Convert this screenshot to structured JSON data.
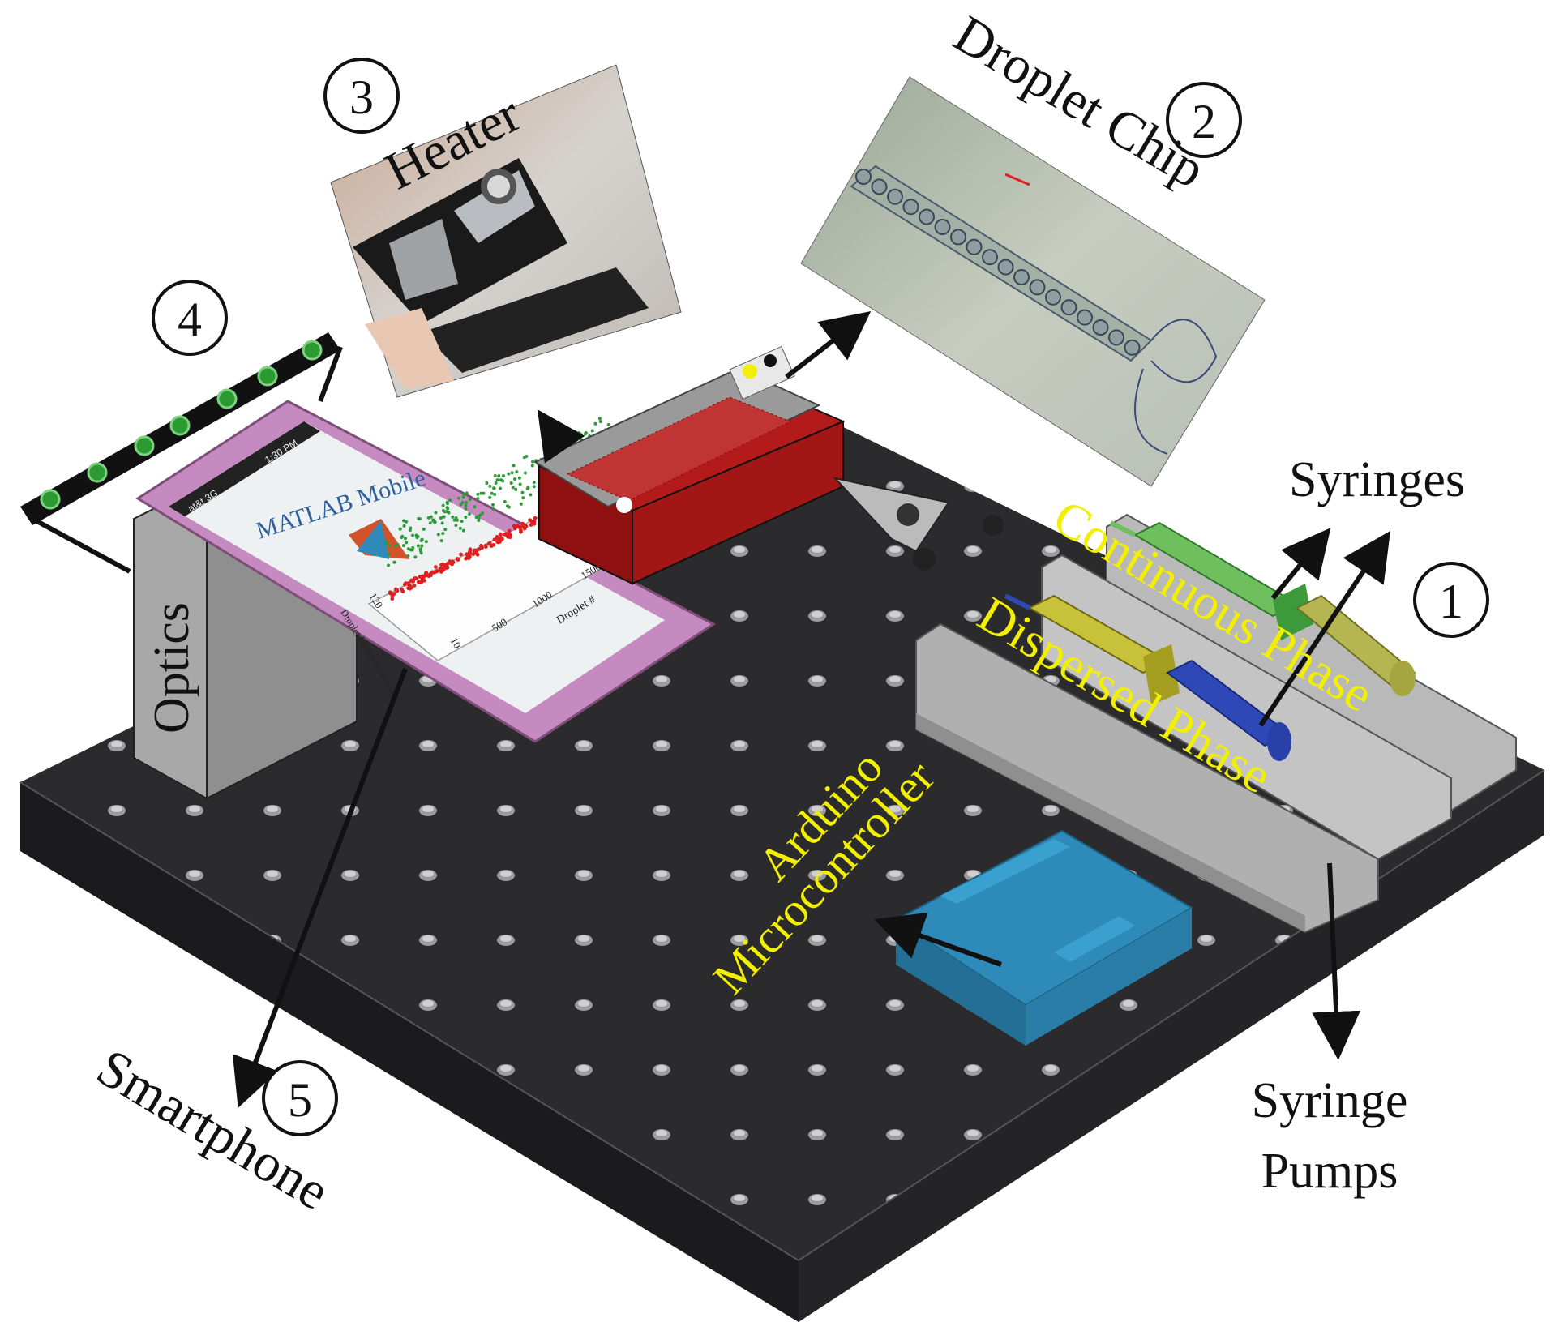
{
  "labels": {
    "heater": "Heater",
    "droplet_chip": "Droplet Chip",
    "syringes": "Syringes",
    "continuous_phase": "Continuous Phase",
    "dispersed_phase": "Dispersed Phase",
    "optics": "Optics",
    "arduino_line1": "Arduino",
    "arduino_line2": "Microcontroller",
    "smartphone": "Smartphone",
    "syringe_pumps_line1": "Syringe",
    "syringe_pumps_line2": "Pumps"
  },
  "markers": {
    "one": "1",
    "two": "2",
    "three": "3",
    "four": "4",
    "five": "5"
  },
  "phone": {
    "status_left": "at&t 3G",
    "status_time": "1:30 PM",
    "app_name": "MATLAB Mobile",
    "plot_xlabel": "Droplet #",
    "plot_xticks": [
      "500",
      "1000",
      "1500"
    ],
    "plot_yticks": [
      "10",
      "120"
    ],
    "plot_ylabel": "Droplet Luminescence (a.u.)"
  },
  "colors": {
    "table": "#2b2b2d",
    "arduino": "#2e8ab8",
    "heater_body": "#b31b1b",
    "phone_frame": "#c58bc0",
    "continuous_syringe": "#6fbf5f",
    "dispersed_syringe": "#2f48b8",
    "label_yellow": "#f2ef00"
  }
}
